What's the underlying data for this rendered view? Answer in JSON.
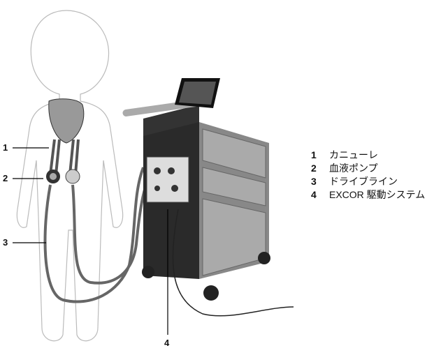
{
  "callouts": [
    "1",
    "2",
    "3",
    "4"
  ],
  "legend": [
    {
      "num": "1",
      "label": "カニューレ"
    },
    {
      "num": "2",
      "label": "血液ポンプ"
    },
    {
      "num": "3",
      "label": "ドライブライン"
    },
    {
      "num": "4",
      "label": "EXCOR 駆動システム"
    }
  ]
}
